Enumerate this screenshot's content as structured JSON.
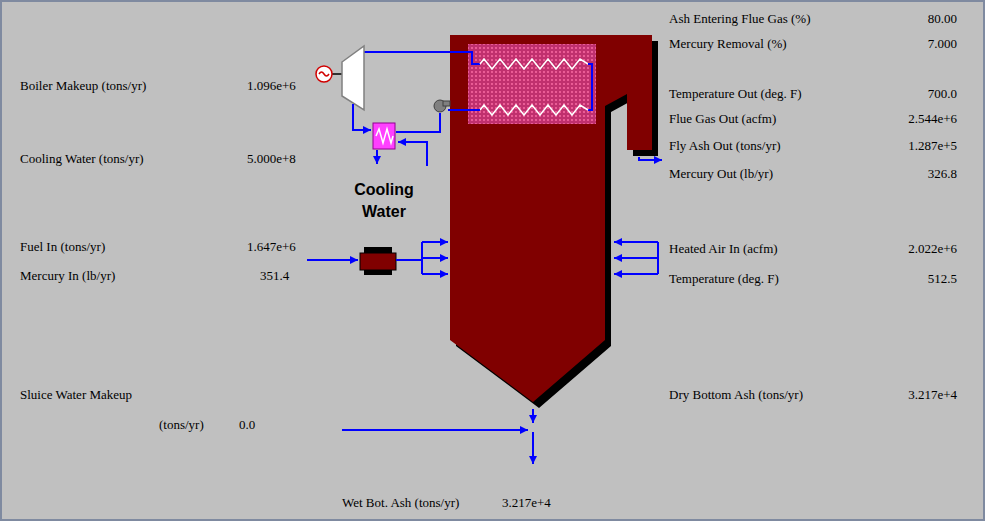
{
  "diagram": {
    "nodes": [
      {
        "text": [
          "Cooling Water"
        ]
      }
    ],
    "labels": [
      "Ash Entering Flue Gas (%)",
      "80.00",
      "Mercury Removal (%)",
      "7.000",
      "Boiler Makeup (tons/yr)",
      "1.096e+6",
      "Temperature Out (deg. F)",
      "700.0",
      "Flue Gas Out (acfm)",
      "2.544e+6",
      "Fly Ash Out (tons/yr)",
      "1.287e+5",
      "Cooling Water (tons/yr)",
      "5.000e+8",
      "Mercury Out (lb/yr)",
      "326.8",
      "Fuel In (tons/yr)",
      "1.647e+6",
      "Heated Air In (acfm)",
      "2.022e+6",
      "Mercury In (lb/yr)",
      "351.4",
      "Temperature (deg. F)",
      "512.5",
      "Sluice Water Makeup",
      "Dry Bottom Ash (tons/yr)",
      "3.217e+4",
      "(tons/yr)",
      "0.0",
      "Wet Bot. Ash (tons/yr)",
      "3.217e+4"
    ]
  }
}
